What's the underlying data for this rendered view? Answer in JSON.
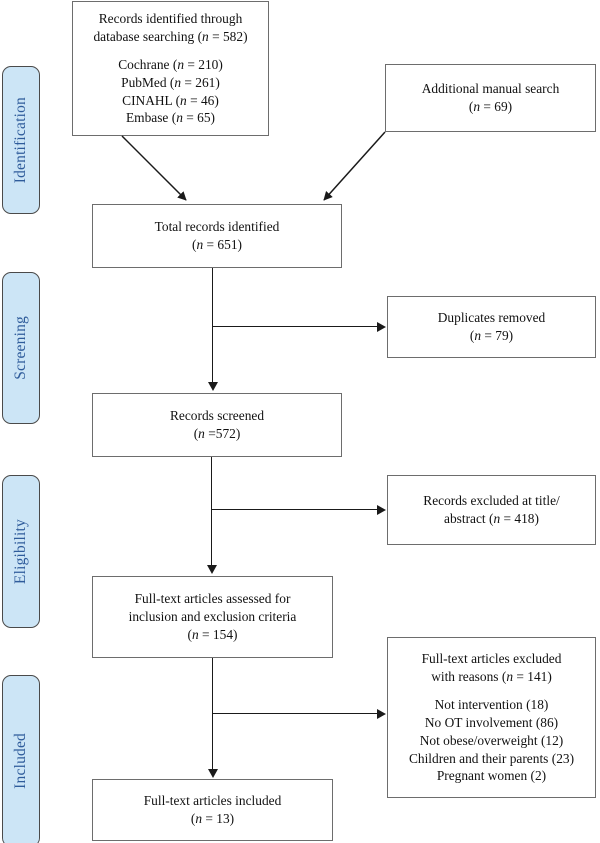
{
  "diagram": {
    "type": "prisma-flow-diagram",
    "stages": [
      {
        "id": "identification",
        "label": "Identification"
      },
      {
        "id": "screening",
        "label": "Screening"
      },
      {
        "id": "eligibility",
        "label": "Eligibility"
      },
      {
        "id": "included",
        "label": "Included"
      }
    ],
    "boxes": {
      "database_search": {
        "heading": "Records identified through\ndatabase searching (n = 582)",
        "sources": "Cochrane (n = 210)\nPubMed (n = 261)\nCINAHL (n = 46)\nEmbase (n = 65)"
      },
      "manual_search": {
        "text": "Additional manual search\n(n = 69)"
      },
      "total_records": {
        "text": "Total records identified\n(n = 651)"
      },
      "duplicates_removed": {
        "text": "Duplicates removed\n(n = 79)"
      },
      "records_screened": {
        "text": "Records screened\n(n =572)"
      },
      "records_excluded": {
        "text": "Records excluded at title/\nabstract (n = 418)"
      },
      "fulltext_assessed": {
        "text": "Full-text articles assessed for\ninclusion and exclusion criteria\n(n = 154)"
      },
      "fulltext_excluded": {
        "heading": "Full-text articles excluded\nwith reasons (n = 141)",
        "reasons": "Not intervention (18)\nNo OT involvement (86)\nNot obese/overweight (12)\nChildren and their parents (23)\nPregnant women (2)"
      },
      "fulltext_included": {
        "text": "Full-text articles included\n(n = 13)"
      }
    },
    "counts": {
      "database_searching": 582,
      "cochrane": 210,
      "pubmed": 261,
      "cinahl": 46,
      "embase": 65,
      "manual_search": 69,
      "total_identified": 651,
      "duplicates_removed": 79,
      "records_screened": 572,
      "excluded_title_abstract": 418,
      "fulltext_assessed": 154,
      "fulltext_excluded": 141,
      "reason_not_intervention": 18,
      "reason_no_ot_involvement": 86,
      "reason_not_obese_overweight": 12,
      "reason_children_and_parents": 23,
      "reason_pregnant_women": 2,
      "fulltext_included": 13
    },
    "colors": {
      "stage_tab_fill": "#cce5f6",
      "stage_tab_border": "#4a4a4a",
      "stage_tab_text": "#2f5c9b",
      "box_border": "#6d6d6d",
      "connector": "#1a1a1a",
      "page_background": "#ffffff"
    }
  }
}
